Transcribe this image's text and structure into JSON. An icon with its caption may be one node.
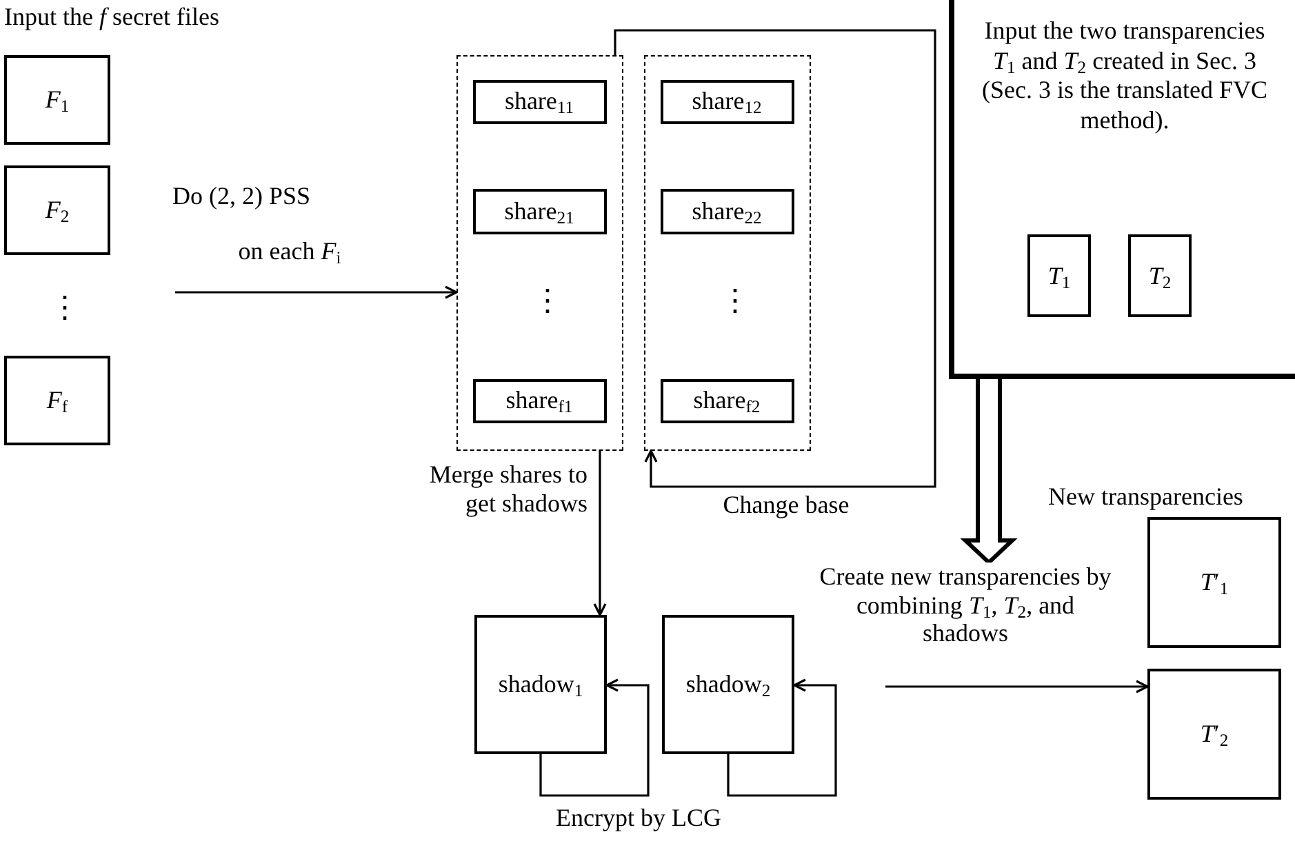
{
  "diagram": {
    "nodes": [
      {
        "text": [
          "*F*$_{1}$"
        ]
      },
      {
        "text": [
          "*F*$_{2}$"
        ]
      },
      {
        "text": [
          "*F*$_{f}$"
        ]
      },
      {
        "text": [],
        "shape": "box"
      },
      {
        "text": [
          "share$_{11}$"
        ],
        "in": 3
      },
      {
        "text": [
          "share$_{21}$"
        ],
        "in": 3
      },
      {
        "text": [
          "share$_{f1}$"
        ],
        "in": 3
      },
      {
        "text": [],
        "shape": "box"
      },
      {
        "text": [
          "share$_{12}$"
        ],
        "in": 7
      },
      {
        "text": [
          "share$_{22}$"
        ],
        "in": 7
      },
      {
        "text": [
          "share$_{f2}$"
        ],
        "in": 7
      },
      {
        "text": [
          "Input the two transparencies *T*$_{1}$ and *T*$_{2}$ created in Sec. 3 (Sec. 3 is the translated FVC method)."
        ]
      },
      {
        "text": [
          "*T*$_{1}$"
        ],
        "in": 11
      },
      {
        "text": [
          "*T*$_{2}$"
        ],
        "in": 11
      },
      {
        "text": [
          "shadow$_{1}$"
        ]
      },
      {
        "text": [
          "shadow$_{2}$"
        ]
      },
      {
        "text": [
          "*T*′$_{1}$"
        ]
      },
      {
        "text": [
          "*T*′$_{2}$"
        ]
      }
    ],
    "edges": [
      {
        "from": null,
        "to": 3,
        "arrow": "to",
        "label": "on each *F*$_{i}$"
      },
      {
        "from": 3,
        "to": 7,
        "arrow": "to",
        "label": "Change base"
      },
      {
        "from": 3,
        "to": 14,
        "arrow": "to",
        "label": "Merge shares to get shadows"
      },
      {
        "from": 14,
        "to": 14,
        "arrow": "to"
      },
      {
        "from": 15,
        "to": 15,
        "arrow": "to"
      },
      {
        "from": 11,
        "to": null,
        "arrow": "to",
        "style": "thick"
      },
      {
        "from": null,
        "to": 17,
        "arrow": "to",
        "label": "Create new transparencies by combining *T*$_{1}$, *T*$_{2}$, and shadows"
      }
    ],
    "labels": [
      "Input the *f* secret files",
      "Do (2, 2) PSS",
      "⋮",
      "⋮",
      "⋮",
      "Encrypt by LCG",
      "New transparencies"
    ]
  }
}
